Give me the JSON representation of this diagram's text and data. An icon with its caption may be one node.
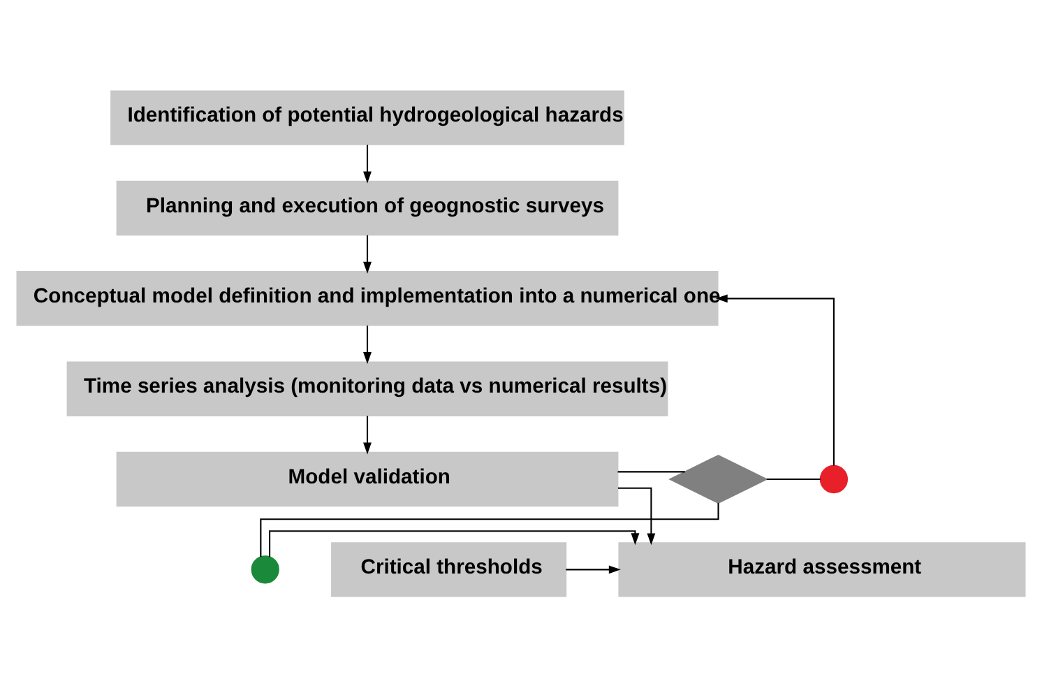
{
  "diagram": {
    "nodes": [
      {
        "text": [
          "Identification of potential hydrogeological hazards"
        ]
      },
      {
        "text": [
          "Planning and execution of geognostic surveys"
        ]
      },
      {
        "text": [
          "Conceptual model definition and implementation into a numerical one"
        ]
      },
      {
        "text": [
          "Time series analysis (monitoring data vs numerical results)"
        ]
      },
      {
        "text": [
          "Model validation"
        ]
      },
      {
        "text": [],
        "shape": "diamond"
      },
      {
        "text": [],
        "shape": "circle"
      },
      {
        "text": [],
        "shape": "circle"
      },
      {
        "text": [
          "Critical thresholds"
        ]
      },
      {
        "text": [
          "Hazard assessment"
        ]
      }
    ],
    "edges": [
      {
        "from": 0,
        "to": 1,
        "arrow": "to"
      },
      {
        "from": 1,
        "to": 2,
        "arrow": "to"
      },
      {
        "from": 2,
        "to": 3,
        "arrow": "to"
      },
      {
        "from": 3,
        "to": 4,
        "arrow": "to"
      },
      {
        "from": 4,
        "to": 9,
        "arrow": "to"
      },
      {
        "from": 4,
        "to": 5,
        "arrow": "none"
      },
      {
        "from": 5,
        "to": 6,
        "arrow": "none"
      },
      {
        "from": 6,
        "to": 2,
        "arrow": "to"
      },
      {
        "from": 5,
        "to": 7,
        "arrow": "none"
      },
      {
        "from": 7,
        "to": 9,
        "arrow": "to"
      },
      {
        "from": 8,
        "to": 9,
        "arrow": "to"
      }
    ]
  }
}
